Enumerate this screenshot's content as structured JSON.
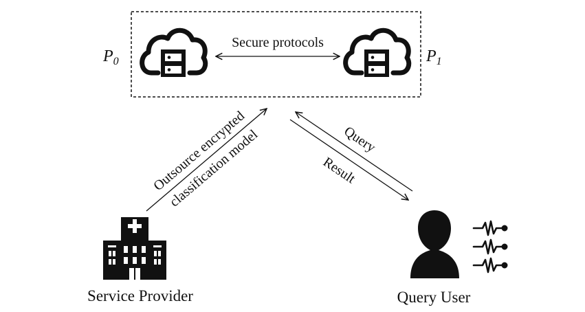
{
  "servers": {
    "p0_label": "P",
    "p0_sub": "0",
    "p1_label": "P",
    "p1_sub": "1",
    "link_label": "Secure protocols"
  },
  "edges": {
    "outsource_line1": "Outsource encrypted",
    "outsource_line2": "classification model",
    "query_label": "Query",
    "result_label": "Result"
  },
  "nodes": {
    "provider_label": "Service Provider",
    "user_label": "Query User"
  }
}
